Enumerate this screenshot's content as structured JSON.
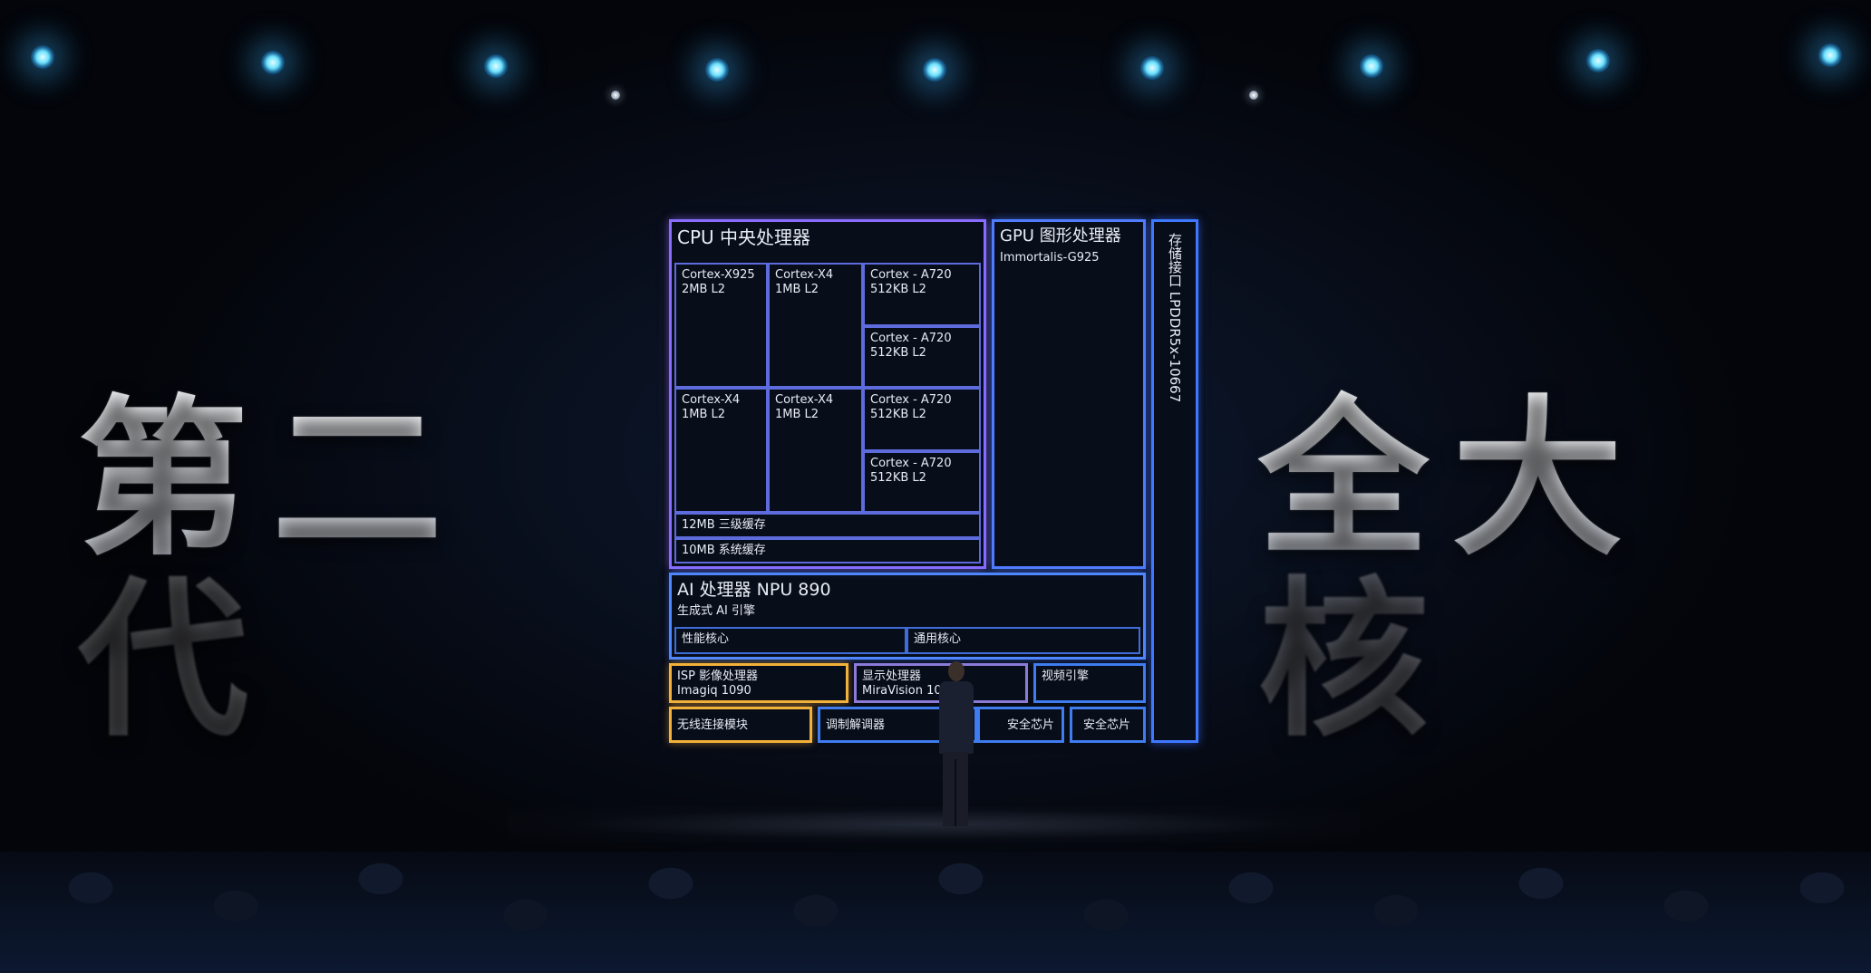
{
  "headline": {
    "left": "第二代",
    "right": "全大核"
  },
  "chip_diagram": {
    "cpu": {
      "title": "CPU 中央处理器",
      "cores": [
        {
          "name": "Cortex-X925",
          "cache": "2MB L2"
        },
        {
          "name": "Cortex-X4",
          "cache": "1MB L2"
        },
        {
          "name": "Cortex - A720",
          "cache": "512KB L2"
        },
        {
          "name": "Cortex - A720",
          "cache": "512KB L2"
        },
        {
          "name": "Cortex-X4",
          "cache": "1MB L2"
        },
        {
          "name": "Cortex-X4",
          "cache": "1MB L2"
        },
        {
          "name": "Cortex - A720",
          "cache": "512KB L2"
        },
        {
          "name": "Cortex - A720",
          "cache": "512KB L2"
        }
      ],
      "l3": "12MB 三级缓存",
      "slc": "10MB 系统缓存"
    },
    "gpu": {
      "title": "GPU 图形处理器",
      "model": "Immortalis-G925"
    },
    "memory": {
      "label": "存储接口 LPDDR5x-10667"
    },
    "npu": {
      "title": "AI 处理器 NPU 890",
      "subtitle": "生成式 AI 引擎",
      "perf": "性能核心",
      "general": "通用核心"
    },
    "isp": {
      "title": "ISP 影像处理器",
      "model": "Imagiq 1090"
    },
    "display": {
      "title": "显示处理器",
      "model": "MiraVision 1090"
    },
    "video": {
      "title": "视频引擎"
    },
    "wireless": {
      "title": "无线连接模块"
    },
    "modem": {
      "title": "调制解调器"
    },
    "security1": {
      "title": "安全芯片"
    },
    "security2": {
      "title": "安全芯片"
    }
  }
}
